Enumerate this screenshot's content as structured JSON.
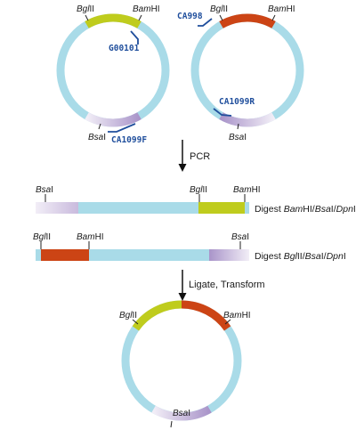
{
  "colors": {
    "backbone": "#a9dbe8",
    "yellow": "#bfcc1d",
    "red": "#cc4415",
    "purple": "#a994c9",
    "purple_fade": "#eee8f4",
    "primer": "#1f4e9c",
    "arrow": "#111111"
  },
  "site_labels": {
    "bgl2_prefix": "Bgl",
    "bgl2_suffix": "II",
    "bamh1_prefix": "Bam",
    "bamh1_suffix": "HI",
    "bsa1_prefix": "Bsa",
    "bsa1_suffix": "I"
  },
  "primers": {
    "p1": "G00101",
    "p2": "CA1099F",
    "p3": "CA998",
    "p4": "CA1099R"
  },
  "steps": {
    "pcr": "PCR",
    "ligate": "Ligate, Transform"
  },
  "digests": {
    "first": {
      "word": "Digest",
      "e1_prefix": "Bam",
      "e1_suffix": "HI",
      "e2_prefix": "Bsa",
      "e2_suffix": "I",
      "e3_prefix": "Dpn",
      "e3_suffix": "I"
    },
    "second": {
      "word": "Digest",
      "e1_prefix": "Bgl",
      "e1_suffix": "II",
      "e2_prefix": "Bsa",
      "e2_suffix": "I",
      "e3_prefix": "Dpn",
      "e3_suffix": "I"
    }
  }
}
